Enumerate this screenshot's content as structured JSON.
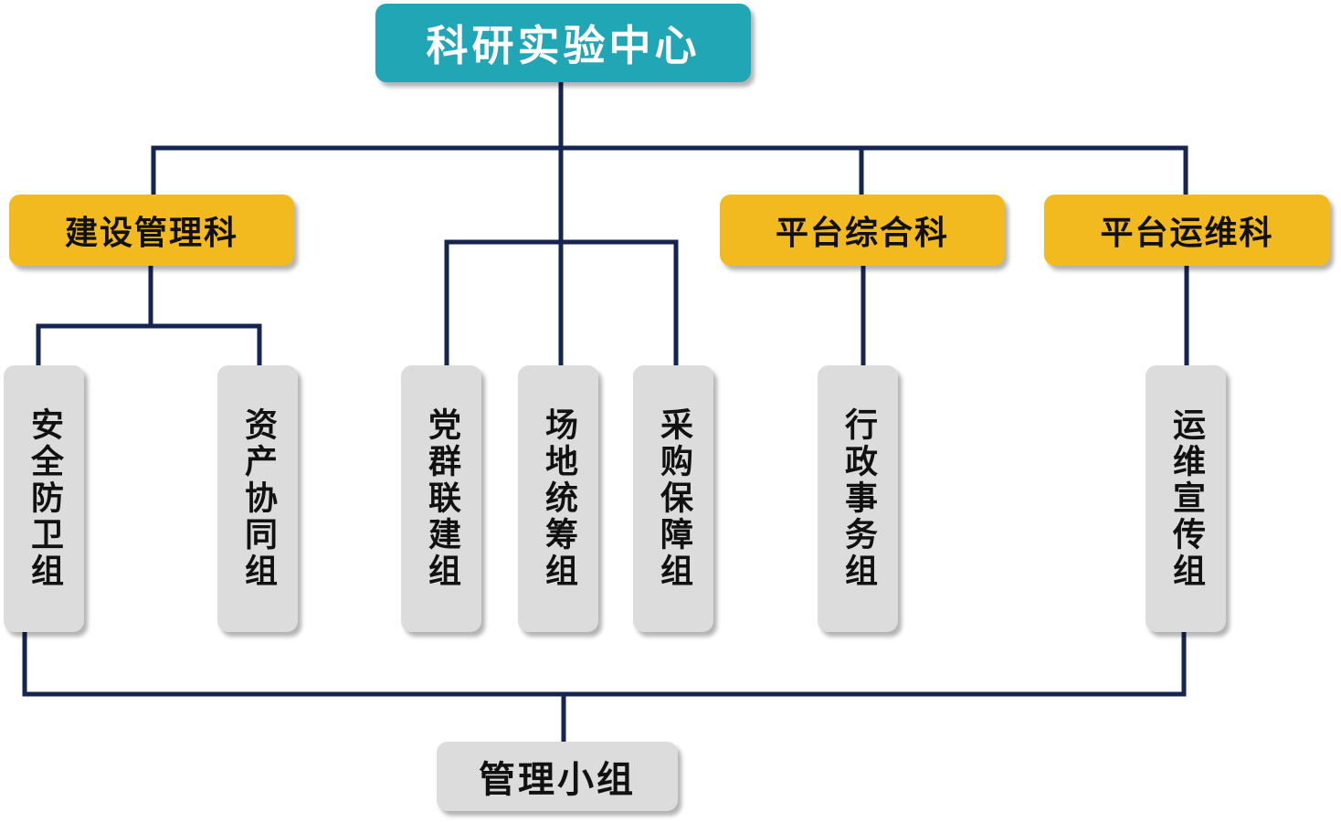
{
  "root": {
    "label": "科研实验中心"
  },
  "departments": [
    {
      "label": "建设管理科"
    },
    {
      "label": "平台综合科"
    },
    {
      "label": "平台运维科"
    }
  ],
  "groups": [
    {
      "label": "安全防卫组"
    },
    {
      "label": "资产协同组"
    },
    {
      "label": "党群联建组"
    },
    {
      "label": "场地统筹组"
    },
    {
      "label": "采购保障组"
    },
    {
      "label": "行政事务组"
    },
    {
      "label": "运维宣传组"
    }
  ],
  "management": {
    "label": "管理小组"
  },
  "colors": {
    "root_fill": "#21a6b5",
    "dept_fill": "#f2ba1f",
    "group_fill": "#dcdcdc",
    "line": "#162450"
  }
}
